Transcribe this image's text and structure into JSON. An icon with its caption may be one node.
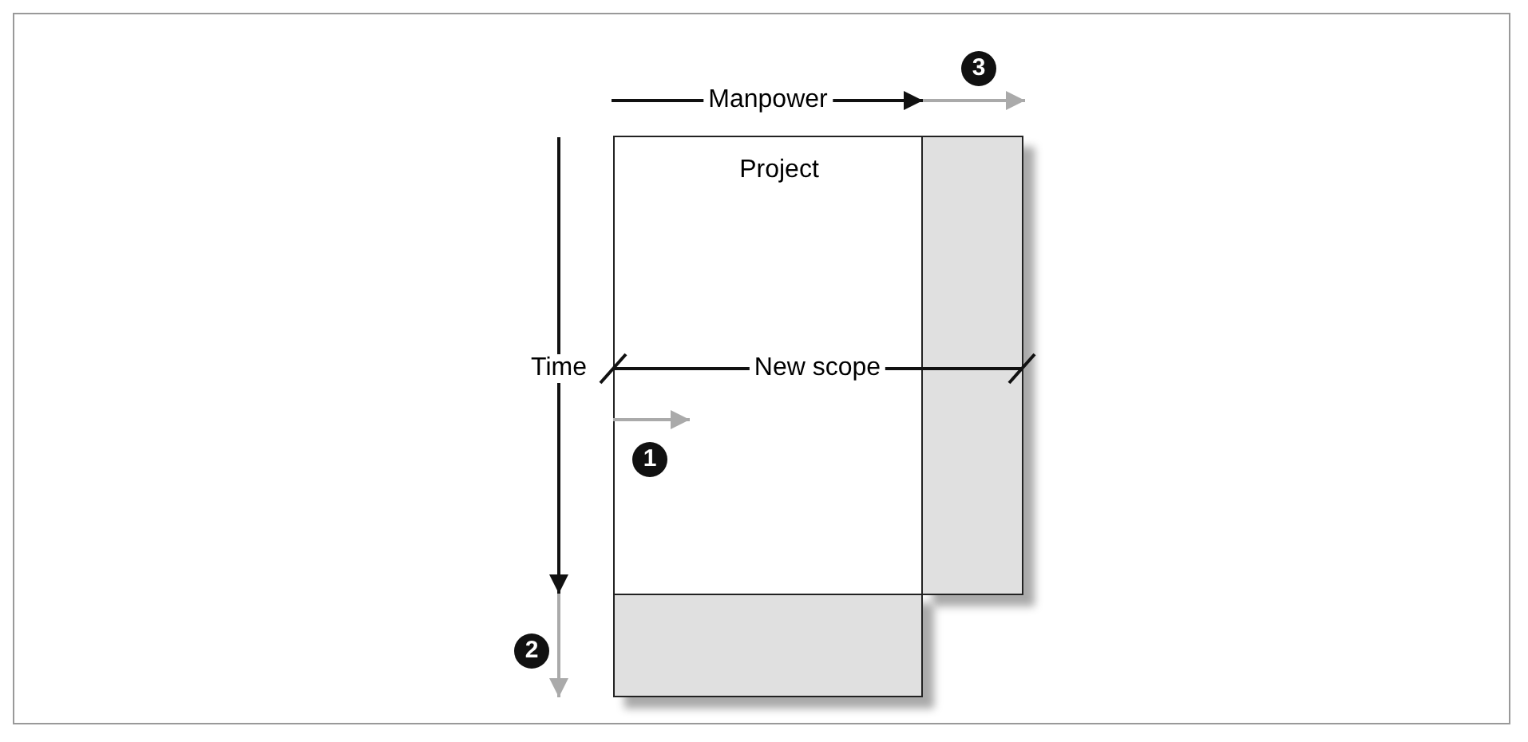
{
  "diagram": {
    "nodes": [
      {
        "text": [
          "Project"
        ]
      },
      {
        "text": [],
        "shape": "box"
      },
      {
        "text": [],
        "shape": "box"
      }
    ],
    "labels": [
      "Manpower",
      "3",
      "Time",
      "New scope",
      "1",
      "2"
    ]
  }
}
